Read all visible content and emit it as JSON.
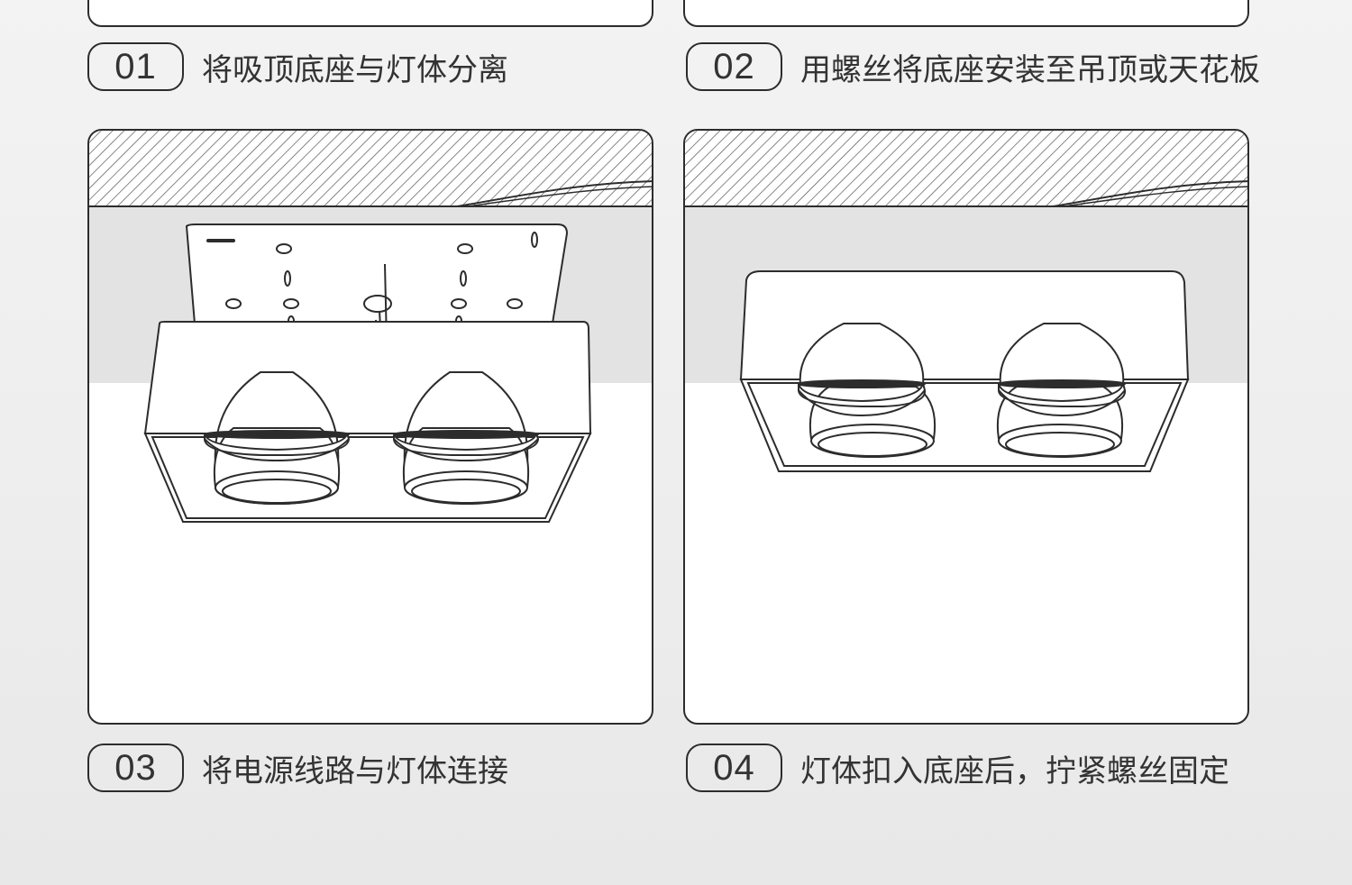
{
  "steps": [
    {
      "number": "01",
      "text": "将吸顶底座与灯体分离"
    },
    {
      "number": "02",
      "text": "用螺丝将底座安装至吊顶或天花板"
    },
    {
      "number": "03",
      "text": "将电源线路与灯体连接"
    },
    {
      "number": "04",
      "text": "灯体扣入底座后，拧紧螺丝固定"
    }
  ],
  "colors": {
    "line": "#2c2c2c",
    "ceiling_band": "#e3e3e3",
    "panel_fill": "#ffffff",
    "page_background": "#efefef"
  },
  "icons": [
    "ceiling-hatch-icon",
    "mounting-plate-icon",
    "power-wire-icon",
    "double-spotlight-fixture-icon"
  ]
}
